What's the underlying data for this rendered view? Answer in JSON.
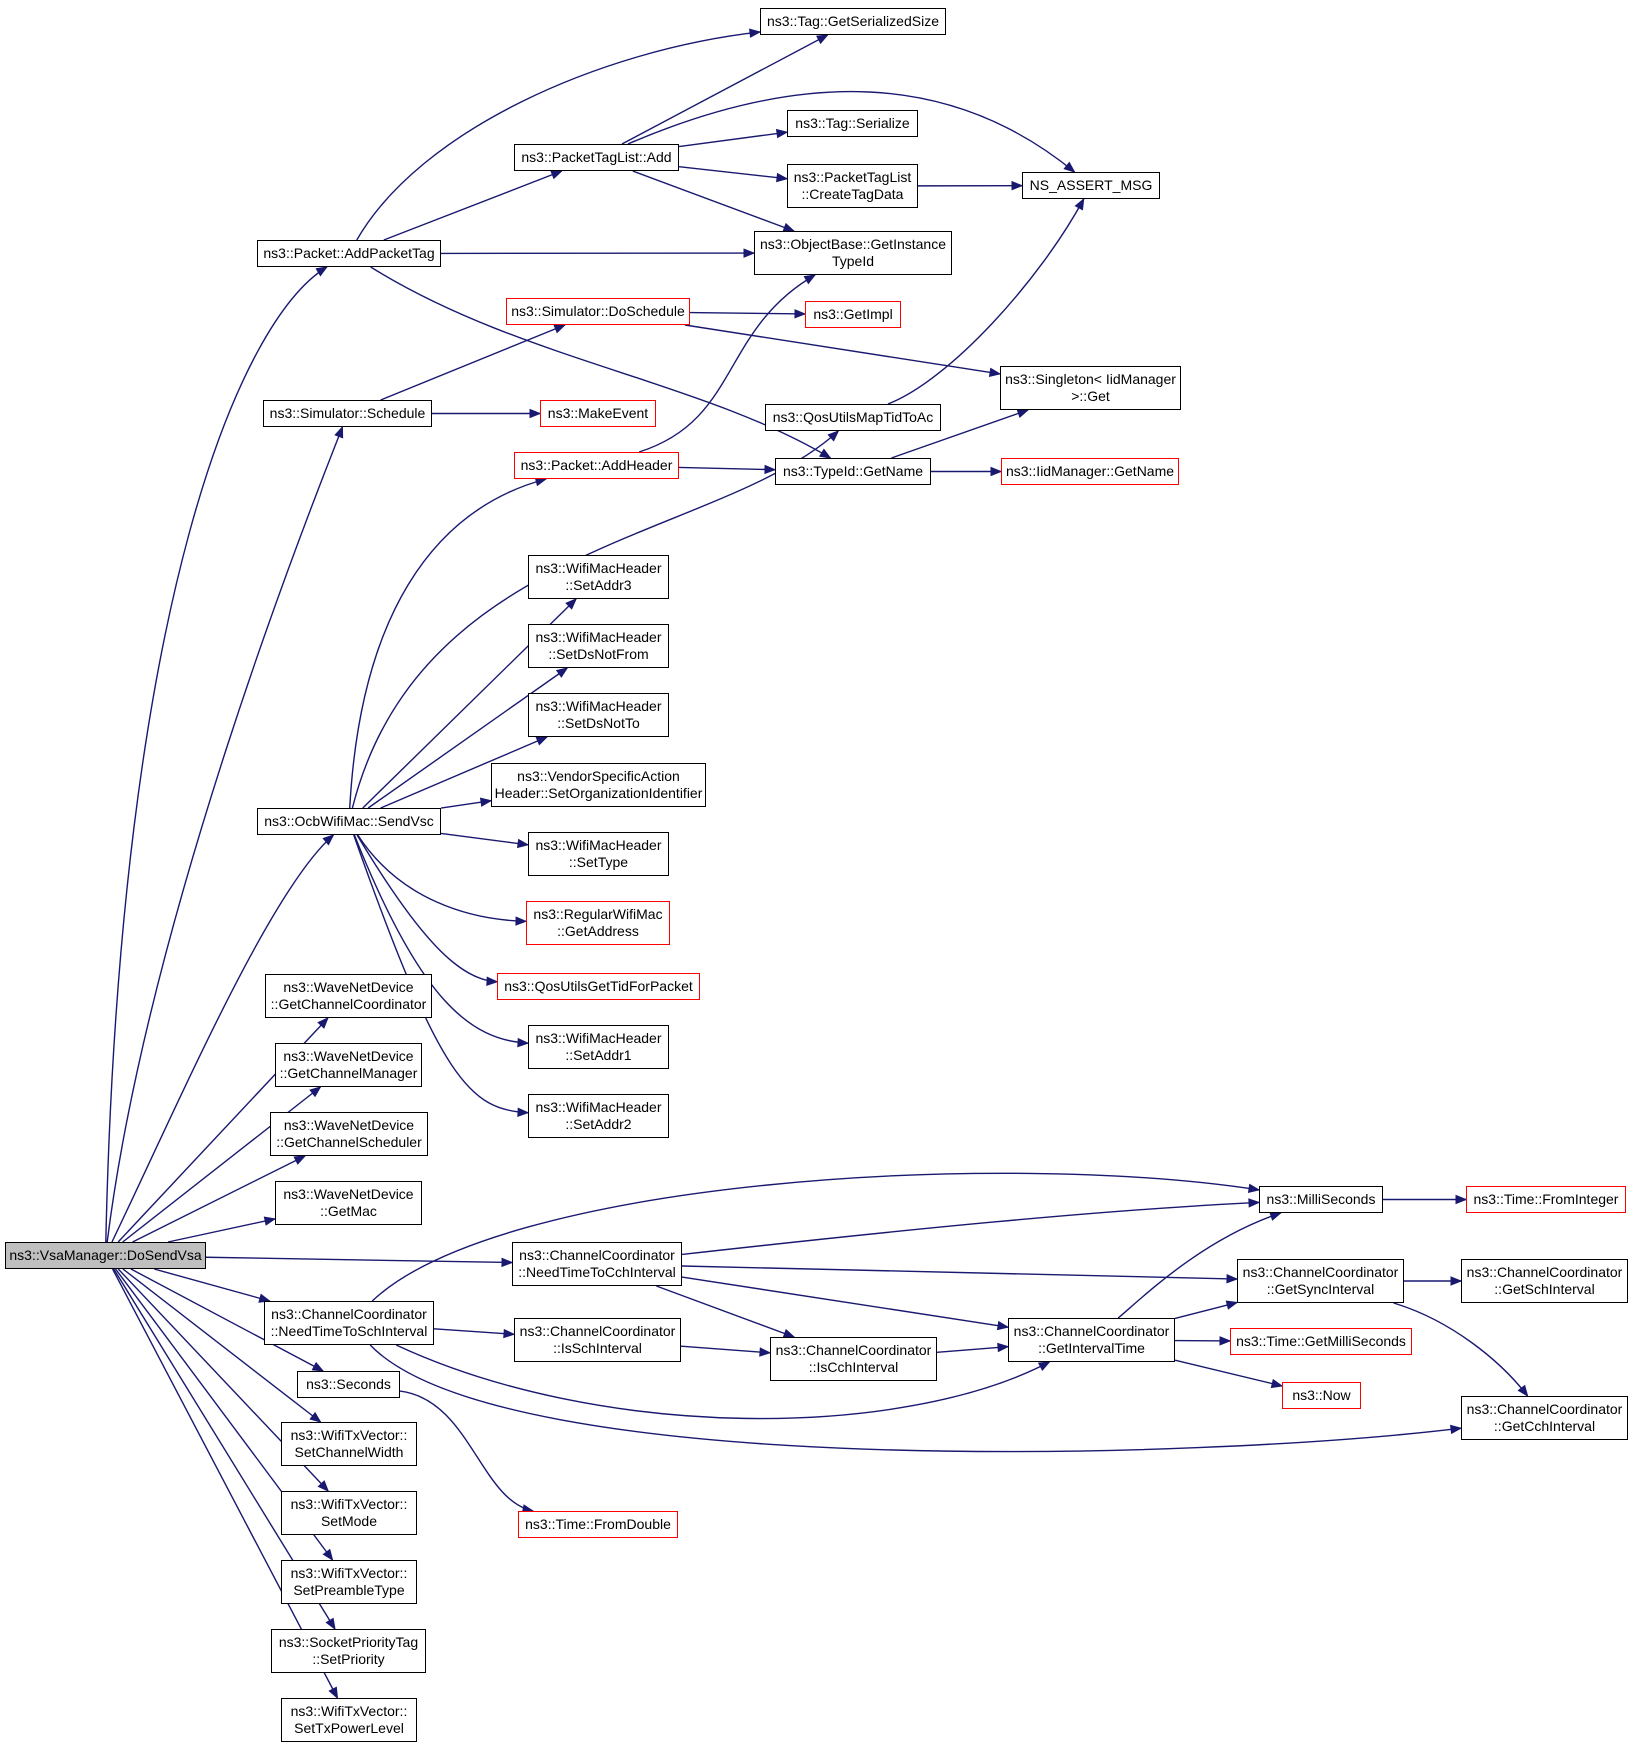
{
  "colors": {
    "edge": "#191970",
    "node_border": "#000000",
    "truncated_node_border": "#ff0000",
    "root_fill": "#bfbfbf",
    "background": "#ffffff"
  },
  "nodes": [
    {
      "id": "root",
      "label": "ns3::VsaManager::DoSendVsa",
      "style": "root"
    },
    {
      "id": "addPacketTag",
      "label": "ns3::Packet::AddPacketTag",
      "style": "normal"
    },
    {
      "id": "schedule",
      "label": "ns3::Simulator::Schedule",
      "style": "normal"
    },
    {
      "id": "sendVsc",
      "label": "ns3::OcbWifiMac::SendVsc",
      "style": "normal"
    },
    {
      "id": "getChCoord",
      "label": "ns3::WaveNetDevice\n::GetChannelCoordinator",
      "style": "normal"
    },
    {
      "id": "getChMgr",
      "label": "ns3::WaveNetDevice\n::GetChannelManager",
      "style": "normal"
    },
    {
      "id": "getChSched",
      "label": "ns3::WaveNetDevice\n::GetChannelScheduler",
      "style": "normal"
    },
    {
      "id": "getMac",
      "label": "ns3::WaveNetDevice\n::GetMac",
      "style": "normal"
    },
    {
      "id": "needSch",
      "label": "ns3::ChannelCoordinator\n::NeedTimeToSchInterval",
      "style": "normal"
    },
    {
      "id": "seconds",
      "label": "ns3::Seconds",
      "style": "normal"
    },
    {
      "id": "setChWidth",
      "label": "ns3::WifiTxVector::\nSetChannelWidth",
      "style": "normal"
    },
    {
      "id": "setMode",
      "label": "ns3::WifiTxVector::\nSetMode",
      "style": "normal"
    },
    {
      "id": "setPreamble",
      "label": "ns3::WifiTxVector::\nSetPreambleType",
      "style": "normal"
    },
    {
      "id": "setPriority",
      "label": "ns3::SocketPriorityTag\n::SetPriority",
      "style": "normal"
    },
    {
      "id": "setTxPower",
      "label": "ns3::WifiTxVector::\nSetTxPowerLevel",
      "style": "normal"
    },
    {
      "id": "needCch",
      "label": "ns3::ChannelCoordinator\n::NeedTimeToCchInterval",
      "style": "normal"
    },
    {
      "id": "ptlAdd",
      "label": "ns3::PacketTagList::Add",
      "style": "normal"
    },
    {
      "id": "doSchedule",
      "label": "ns3::Simulator::DoSchedule",
      "style": "truncated"
    },
    {
      "id": "makeEvent",
      "label": "ns3::MakeEvent",
      "style": "truncated"
    },
    {
      "id": "addHeader",
      "label": "ns3::Packet::AddHeader",
      "style": "truncated"
    },
    {
      "id": "setAddr3",
      "label": "ns3::WifiMacHeader\n::SetAddr3",
      "style": "normal"
    },
    {
      "id": "setDsNotFrom",
      "label": "ns3::WifiMacHeader\n::SetDsNotFrom",
      "style": "normal"
    },
    {
      "id": "setDsNotTo",
      "label": "ns3::WifiMacHeader\n::SetDsNotTo",
      "style": "normal"
    },
    {
      "id": "setOrgId",
      "label": "ns3::VendorSpecificAction\nHeader::SetOrganizationIdentifier",
      "style": "normal"
    },
    {
      "id": "setType",
      "label": "ns3::WifiMacHeader\n::SetType",
      "style": "normal"
    },
    {
      "id": "getAddress",
      "label": "ns3::RegularWifiMac\n::GetAddress",
      "style": "truncated"
    },
    {
      "id": "qosTid",
      "label": "ns3::QosUtilsGetTidForPacket",
      "style": "truncated"
    },
    {
      "id": "setAddr1",
      "label": "ns3::WifiMacHeader\n::SetAddr1",
      "style": "normal"
    },
    {
      "id": "setAddr2",
      "label": "ns3::WifiMacHeader\n::SetAddr2",
      "style": "normal"
    },
    {
      "id": "isSch",
      "label": "ns3::ChannelCoordinator\n::IsSchInterval",
      "style": "normal"
    },
    {
      "id": "fromDouble",
      "label": "ns3::Time::FromDouble",
      "style": "truncated"
    },
    {
      "id": "isCch",
      "label": "ns3::ChannelCoordinator\n::IsCchInterval",
      "style": "normal"
    },
    {
      "id": "tagSize",
      "label": "ns3::Tag::GetSerializedSize",
      "style": "normal"
    },
    {
      "id": "tagSerialize",
      "label": "ns3::Tag::Serialize",
      "style": "normal"
    },
    {
      "id": "createTagData",
      "label": "ns3::PacketTagList\n::CreateTagData",
      "style": "normal"
    },
    {
      "id": "getInstTypeId",
      "label": "ns3::ObjectBase::GetInstance\nTypeId",
      "style": "normal"
    },
    {
      "id": "getImpl",
      "label": "ns3::GetImpl",
      "style": "truncated"
    },
    {
      "id": "qosMap",
      "label": "ns3::QosUtilsMapTidToAc",
      "style": "normal"
    },
    {
      "id": "typeIdName",
      "label": "ns3::TypeId::GetName",
      "style": "normal"
    },
    {
      "id": "getIntervalTime",
      "label": "ns3::ChannelCoordinator\n::GetIntervalTime",
      "style": "normal"
    },
    {
      "id": "nsAssert",
      "label": "NS_ASSERT_MSG",
      "style": "normal"
    },
    {
      "id": "singletonGet",
      "label": "ns3::Singleton< IidManager\n>::Get",
      "style": "normal"
    },
    {
      "id": "iidGetName",
      "label": "ns3::IidManager::GetName",
      "style": "truncated"
    },
    {
      "id": "milliSeconds",
      "label": "ns3::MilliSeconds",
      "style": "normal"
    },
    {
      "id": "getSyncInterval",
      "label": "ns3::ChannelCoordinator\n::GetSyncInterval",
      "style": "normal"
    },
    {
      "id": "getMilliSeconds",
      "label": "ns3::Time::GetMilliSeconds",
      "style": "truncated"
    },
    {
      "id": "now",
      "label": "ns3::Now",
      "style": "truncated"
    },
    {
      "id": "fromInteger",
      "label": "ns3::Time::FromInteger",
      "style": "truncated"
    },
    {
      "id": "getSchInterval",
      "label": "ns3::ChannelCoordinator\n::GetSchInterval",
      "style": "normal"
    },
    {
      "id": "getCchInterval",
      "label": "ns3::ChannelCoordinator\n::GetCchInterval",
      "style": "normal"
    }
  ],
  "edges": [
    [
      "root",
      "addPacketTag"
    ],
    [
      "root",
      "schedule"
    ],
    [
      "root",
      "sendVsc"
    ],
    [
      "root",
      "getChCoord"
    ],
    [
      "root",
      "getChMgr"
    ],
    [
      "root",
      "getChSched"
    ],
    [
      "root",
      "getMac"
    ],
    [
      "root",
      "needCch"
    ],
    [
      "root",
      "needSch"
    ],
    [
      "root",
      "seconds"
    ],
    [
      "root",
      "setChWidth"
    ],
    [
      "root",
      "setMode"
    ],
    [
      "root",
      "setPreamble"
    ],
    [
      "root",
      "setPriority"
    ],
    [
      "root",
      "setTxPower"
    ],
    [
      "addPacketTag",
      "ptlAdd"
    ],
    [
      "addPacketTag",
      "getInstTypeId"
    ],
    [
      "addPacketTag",
      "tagSize"
    ],
    [
      "addPacketTag",
      "typeIdName"
    ],
    [
      "ptlAdd",
      "tagSize"
    ],
    [
      "ptlAdd",
      "tagSerialize"
    ],
    [
      "ptlAdd",
      "createTagData"
    ],
    [
      "ptlAdd",
      "nsAssert"
    ],
    [
      "ptlAdd",
      "getInstTypeId"
    ],
    [
      "createTagData",
      "nsAssert"
    ],
    [
      "schedule",
      "doSchedule"
    ],
    [
      "schedule",
      "makeEvent"
    ],
    [
      "doSchedule",
      "getImpl"
    ],
    [
      "doSchedule",
      "singletonGet"
    ],
    [
      "addHeader",
      "getInstTypeId"
    ],
    [
      "addHeader",
      "typeIdName"
    ],
    [
      "qosMap",
      "nsAssert"
    ],
    [
      "typeIdName",
      "singletonGet"
    ],
    [
      "typeIdName",
      "iidGetName"
    ],
    [
      "sendVsc",
      "addHeader"
    ],
    [
      "sendVsc",
      "qosMap"
    ],
    [
      "sendVsc",
      "setAddr3"
    ],
    [
      "sendVsc",
      "setDsNotFrom"
    ],
    [
      "sendVsc",
      "setDsNotTo"
    ],
    [
      "sendVsc",
      "setOrgId"
    ],
    [
      "sendVsc",
      "setType"
    ],
    [
      "sendVsc",
      "getAddress"
    ],
    [
      "sendVsc",
      "qosTid"
    ],
    [
      "sendVsc",
      "setAddr1"
    ],
    [
      "sendVsc",
      "setAddr2"
    ],
    [
      "needCch",
      "milliSeconds"
    ],
    [
      "needCch",
      "getSyncInterval"
    ],
    [
      "needCch",
      "getIntervalTime"
    ],
    [
      "needCch",
      "isCch"
    ],
    [
      "needSch",
      "milliSeconds"
    ],
    [
      "needSch",
      "isSch"
    ],
    [
      "needSch",
      "getIntervalTime"
    ],
    [
      "needSch",
      "getCchInterval"
    ],
    [
      "seconds",
      "fromDouble"
    ],
    [
      "isSch",
      "isCch"
    ],
    [
      "isCch",
      "getIntervalTime"
    ],
    [
      "getIntervalTime",
      "milliSeconds"
    ],
    [
      "getIntervalTime",
      "getSyncInterval"
    ],
    [
      "getIntervalTime",
      "getMilliSeconds"
    ],
    [
      "getIntervalTime",
      "now"
    ],
    [
      "milliSeconds",
      "fromInteger"
    ],
    [
      "getSyncInterval",
      "getSchInterval"
    ],
    [
      "getSyncInterval",
      "getCchInterval"
    ]
  ]
}
